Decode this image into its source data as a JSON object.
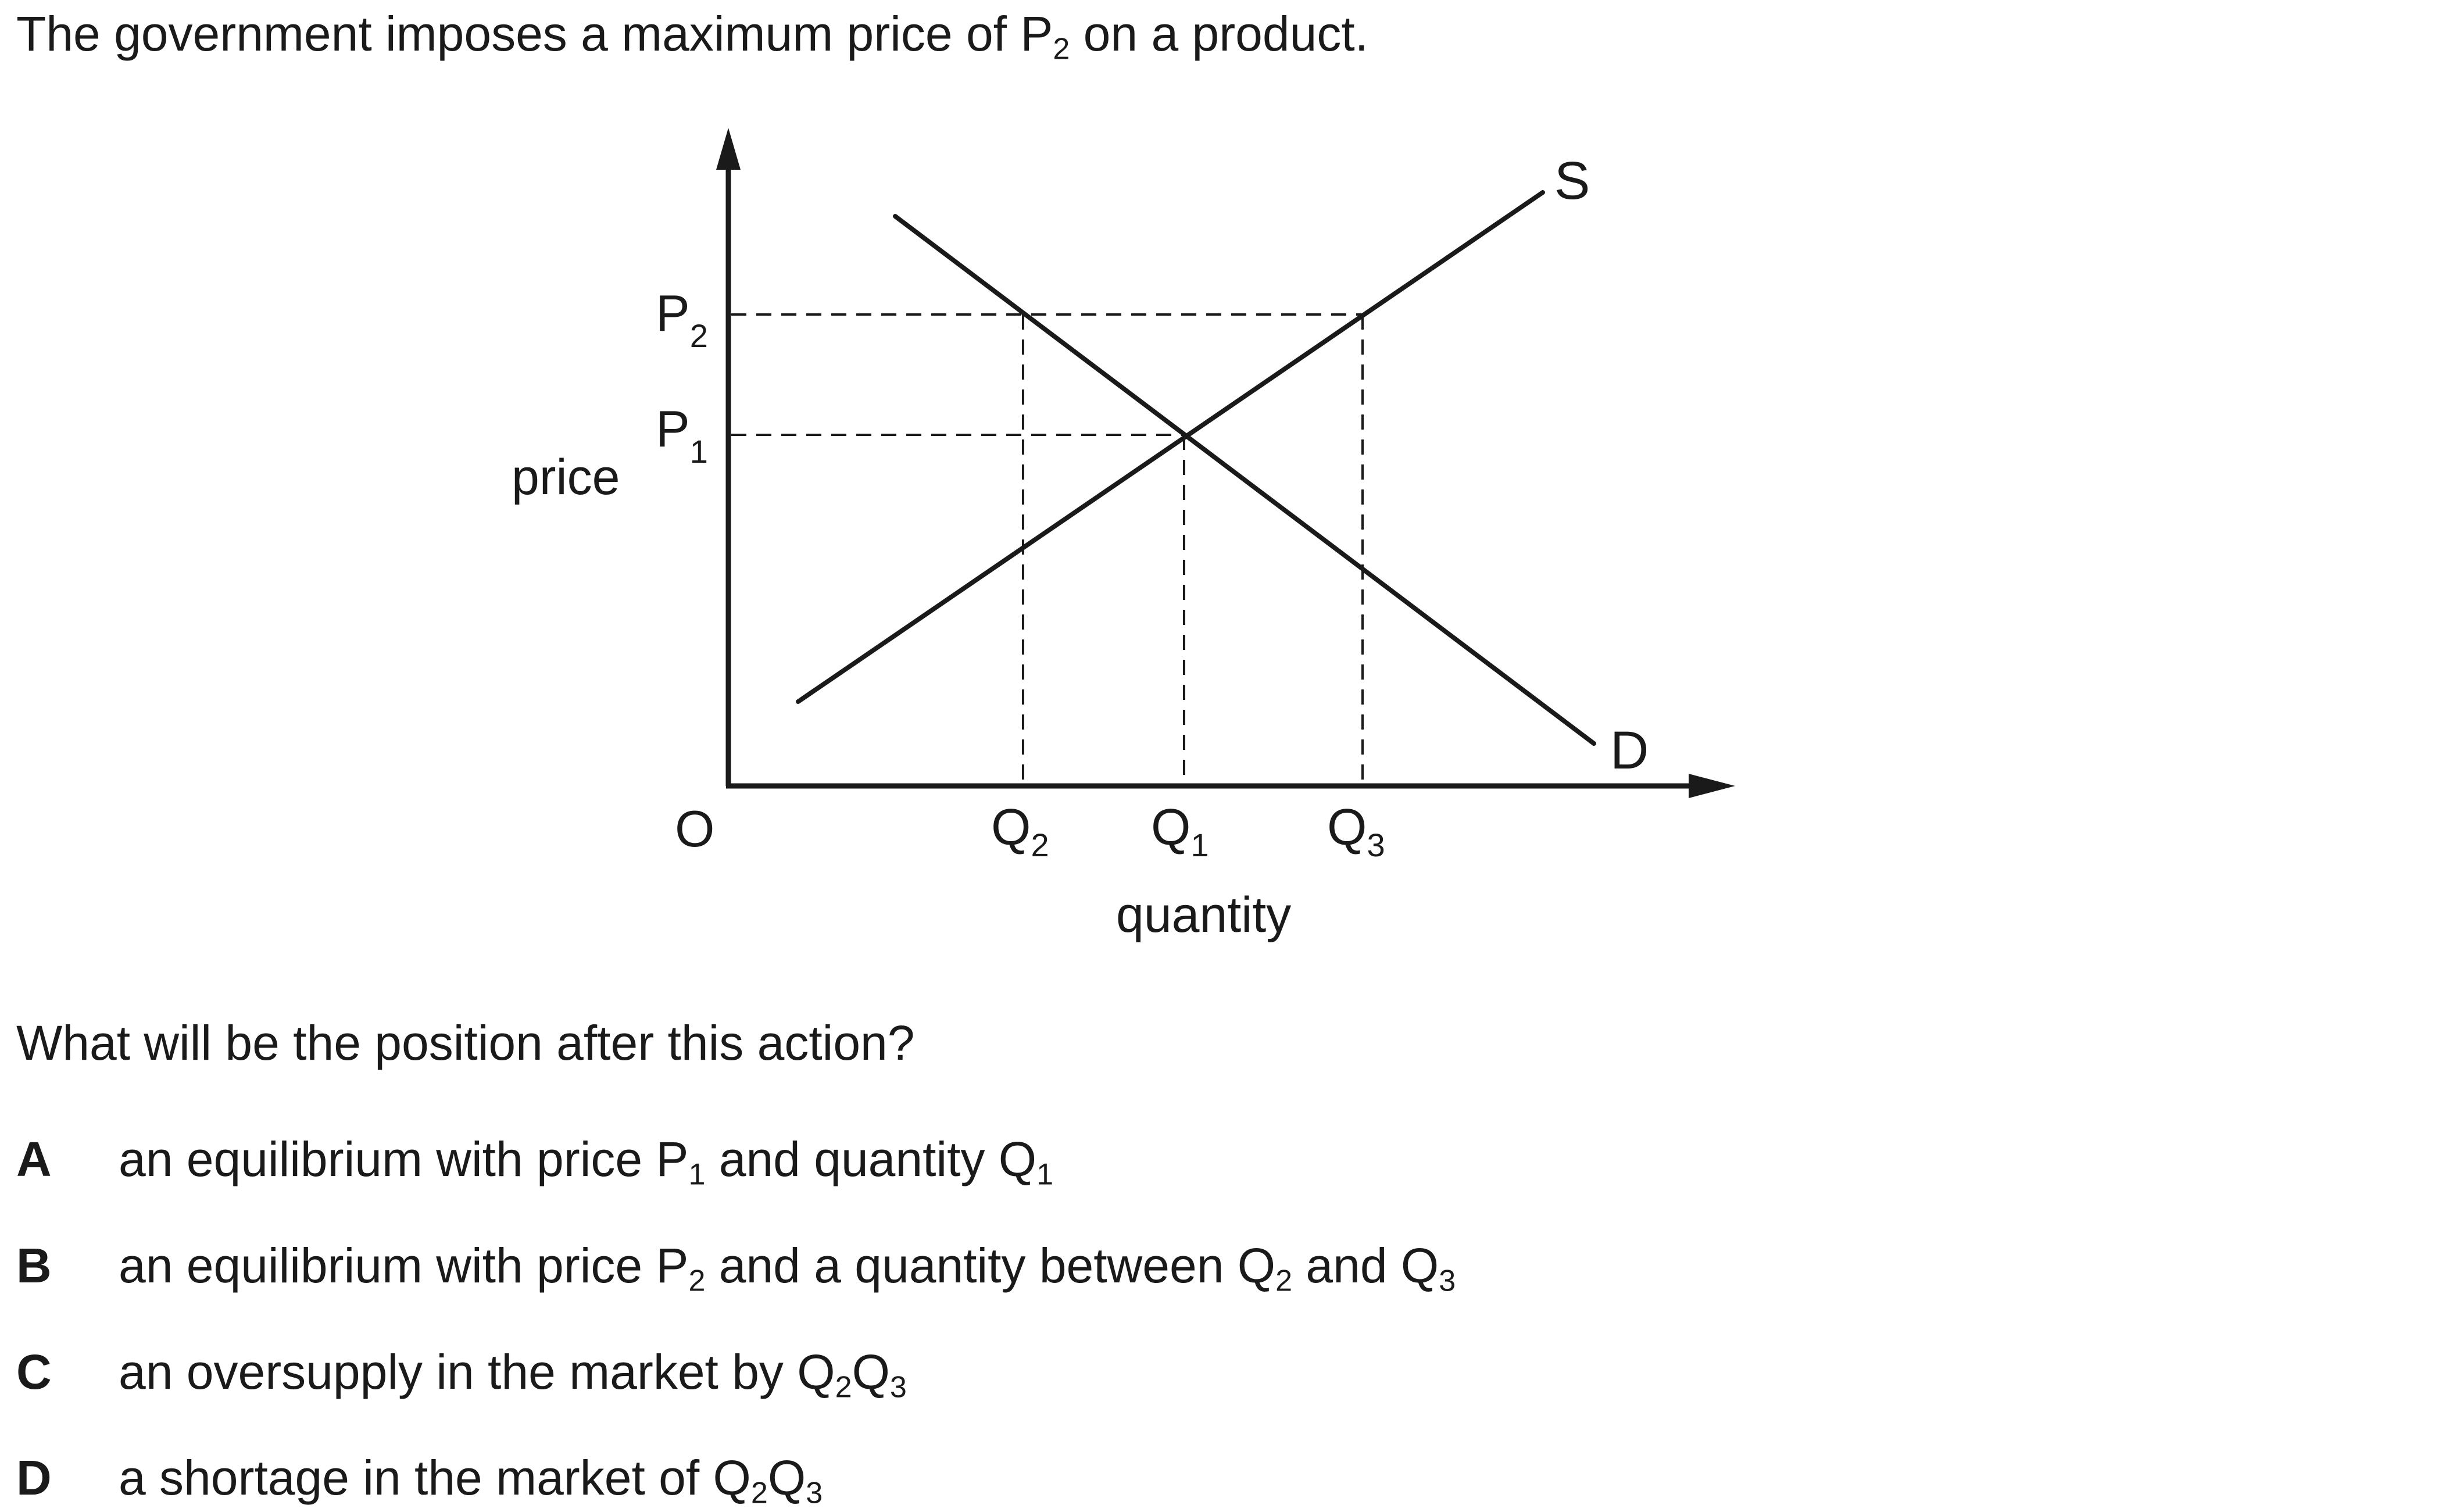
{
  "intro": {
    "before": "The government imposes a maximum price of P",
    "sub": "2",
    "after": " on a product."
  },
  "diagram": {
    "y_axis_label": "price",
    "x_axis_label": "quantity",
    "origin_label": "O",
    "supply_label": "S",
    "demand_label": "D",
    "p2_label": {
      "main": "P",
      "sub": "2"
    },
    "p1_label": {
      "main": "P",
      "sub": "1"
    },
    "q2_label": {
      "main": "Q",
      "sub": "2"
    },
    "q1_label": {
      "main": "Q",
      "sub": "1"
    },
    "q3_label": {
      "main": "Q",
      "sub": "3"
    }
  },
  "question": "What will be the position after this action?",
  "options": [
    {
      "letter": "A",
      "t1": "an equilibrium with price P",
      "s1": "1",
      "t2": " and quantity Q",
      "s2": "1",
      "t3": "",
      "s3": ""
    },
    {
      "letter": "B",
      "t1": "an equilibrium with price P",
      "s1": "2",
      "t2": " and a quantity between Q",
      "s2": "2",
      "t3": " and Q",
      "s3": "3"
    },
    {
      "letter": "C",
      "t1": "an oversupply in the market by Q",
      "s1": "2",
      "t2": "Q",
      "s2": "3",
      "t3": "",
      "s3": ""
    },
    {
      "letter": "D",
      "t1": "a shortage in the market of Q",
      "s1": "2",
      "t2": "Q",
      "s2": "3",
      "t3": "",
      "s3": ""
    }
  ]
}
